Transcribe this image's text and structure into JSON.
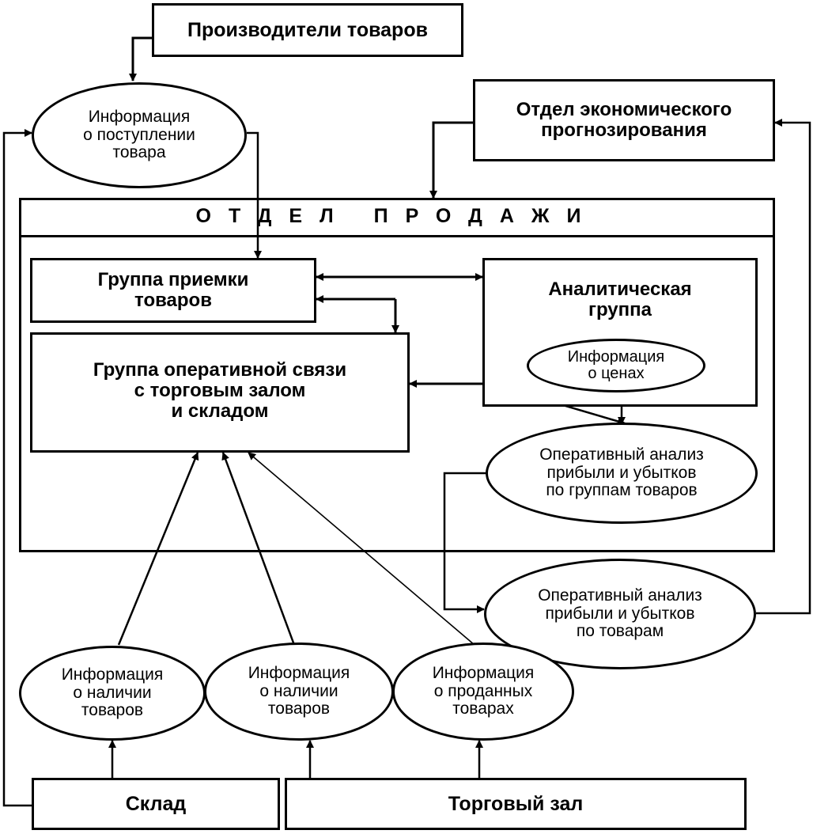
{
  "producers": {
    "label": "Производители товаров"
  },
  "forecast_dept": {
    "label": "Отдел экономического\nпрогнозирования"
  },
  "sales_dept": {
    "title": "ОТДЕЛ ПРОДАЖИ"
  },
  "receiving_group": {
    "label": "Группа приемки\nтоваров"
  },
  "analytics_group": {
    "label": "Аналитическая\nгруппа"
  },
  "liaison_group": {
    "label": "Группа оперативной связи\nс торговым залом\nи складом"
  },
  "info_arrival": {
    "label": "Информация\nо поступлении\nтовара"
  },
  "info_prices": {
    "label": "Информация\nо ценах"
  },
  "analysis_groups": {
    "label": "Оперативный анализ\nприбыли и убытков\nпо группам товаров"
  },
  "analysis_goods": {
    "label": "Оперативный анализ\nприбыли и убытков\nпо  товарам"
  },
  "info_stock_warehouse": {
    "label": "Информация\nо наличии\nтоваров"
  },
  "info_stock_hall": {
    "label": "Информация\nо наличии\nтоваров"
  },
  "info_sold": {
    "label": "Информация\nо проданных\nтоварах"
  },
  "warehouse": {
    "label": "Склад"
  },
  "sales_hall": {
    "label": "Торговый зал"
  }
}
